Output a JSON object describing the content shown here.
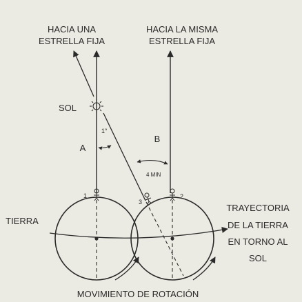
{
  "labels": {
    "star_fixed_left_1": "HACIA UNA",
    "star_fixed_left_2": "ESTRELLA FIJA",
    "star_fixed_right_1": "HACIA LA MISMA",
    "star_fixed_right_2": "ESTRELLA FIJA",
    "sun": "SOL",
    "earth": "TIERRA",
    "angle": "1°",
    "label_a": "A",
    "label_b": "B",
    "time": "4 MIN",
    "pos_1": "1",
    "pos_2": "2",
    "pos_3": "3",
    "trajectory_1": "TRAYECTORIA",
    "trajectory_2": "DE LA TIERRA",
    "trajectory_3": "EN TORNO AL",
    "trajectory_4": "SOL",
    "rotation": "MOVIMIENTO DE ROTACIÓN"
  },
  "colors": {
    "background": "#ecebe3",
    "ink": "#2a2a2a"
  }
}
